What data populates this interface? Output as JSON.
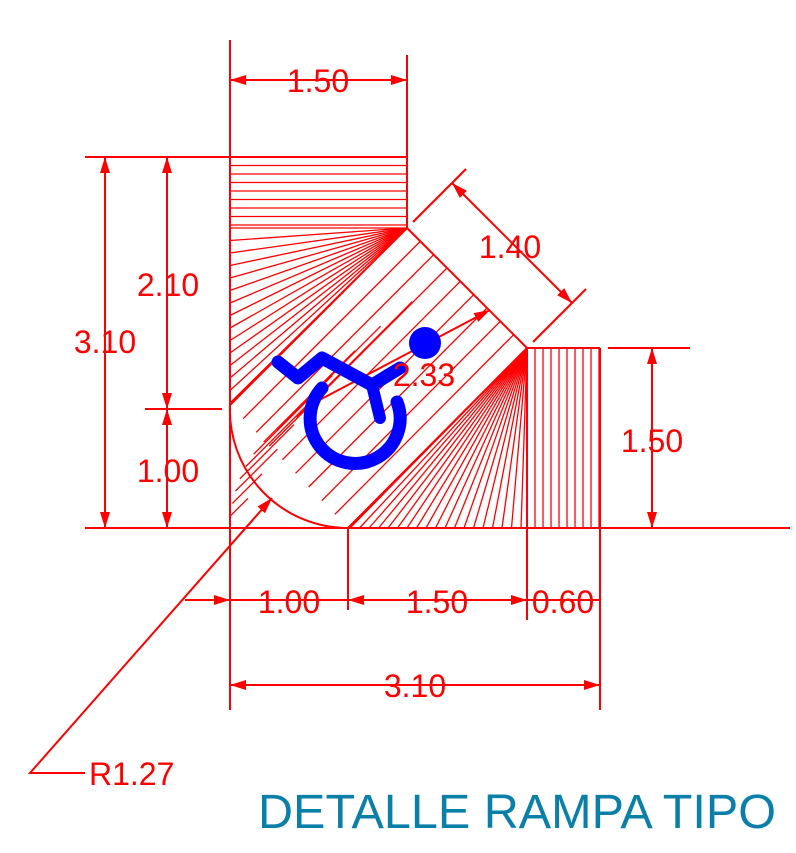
{
  "title": "DETALLE RAMPA TIPO",
  "colors": {
    "line": "#ff0000",
    "symbol": "#0000ff",
    "title": "#0a7fa8",
    "background": "#ffffff"
  },
  "dimensions": {
    "top_width": "1.50",
    "diag_width": "1.40",
    "left_outer": "3.10",
    "left_inner_upper": "2.10",
    "left_inner_lower": "1.00",
    "right_height": "1.50",
    "center_label": "2.33",
    "bottom_a": "1.00",
    "bottom_b": "1.50",
    "bottom_c": "0.60",
    "bottom_total": "3.10",
    "radius": "R1.27"
  },
  "icons": {
    "accessibility": "wheelchair-icon"
  }
}
